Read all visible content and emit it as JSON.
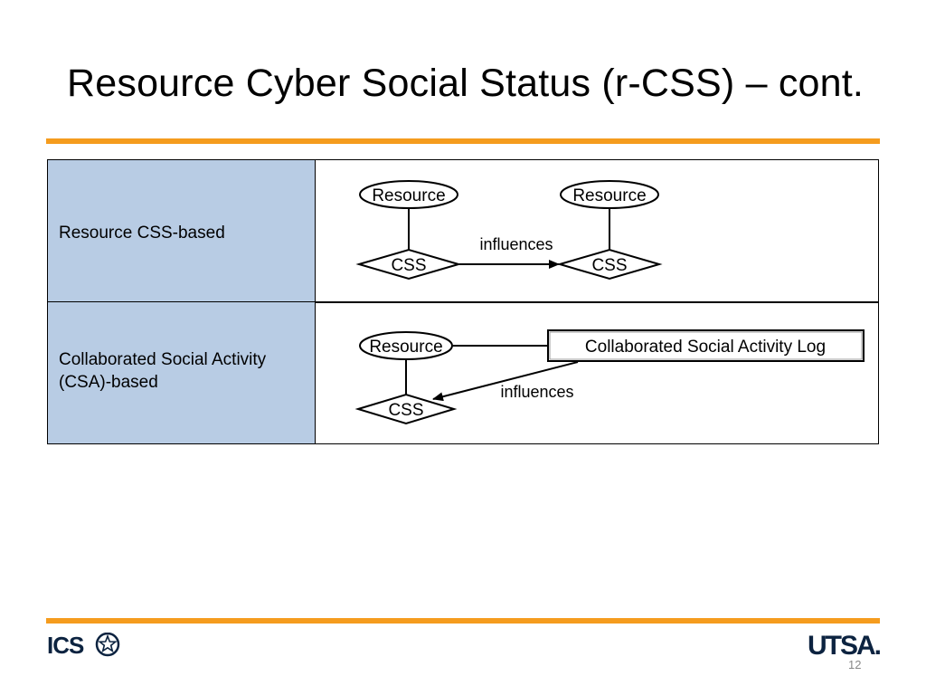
{
  "slide": {
    "title": "Resource Cyber Social Status (r-CSS) – cont.",
    "page_number": "12",
    "accent_color": "#F59C1E",
    "label_cell_color": "#B8CCE4"
  },
  "table": {
    "rows": [
      {
        "label": "Resource CSS-based",
        "diagram": {
          "nodes": [
            "Resource",
            "CSS",
            "Resource",
            "CSS"
          ],
          "edge_label": "influences"
        }
      },
      {
        "label": "Collaborated Social Activity (CSA)-based",
        "diagram": {
          "nodes": [
            "Resource",
            "CSS",
            "Collaborated Social Activity Log"
          ],
          "edge_label": "influences"
        }
      }
    ]
  },
  "footer": {
    "left_logo_text": "ICS",
    "left_logo_icon": "star-seal-icon",
    "right_logo_text": "UTSA."
  }
}
